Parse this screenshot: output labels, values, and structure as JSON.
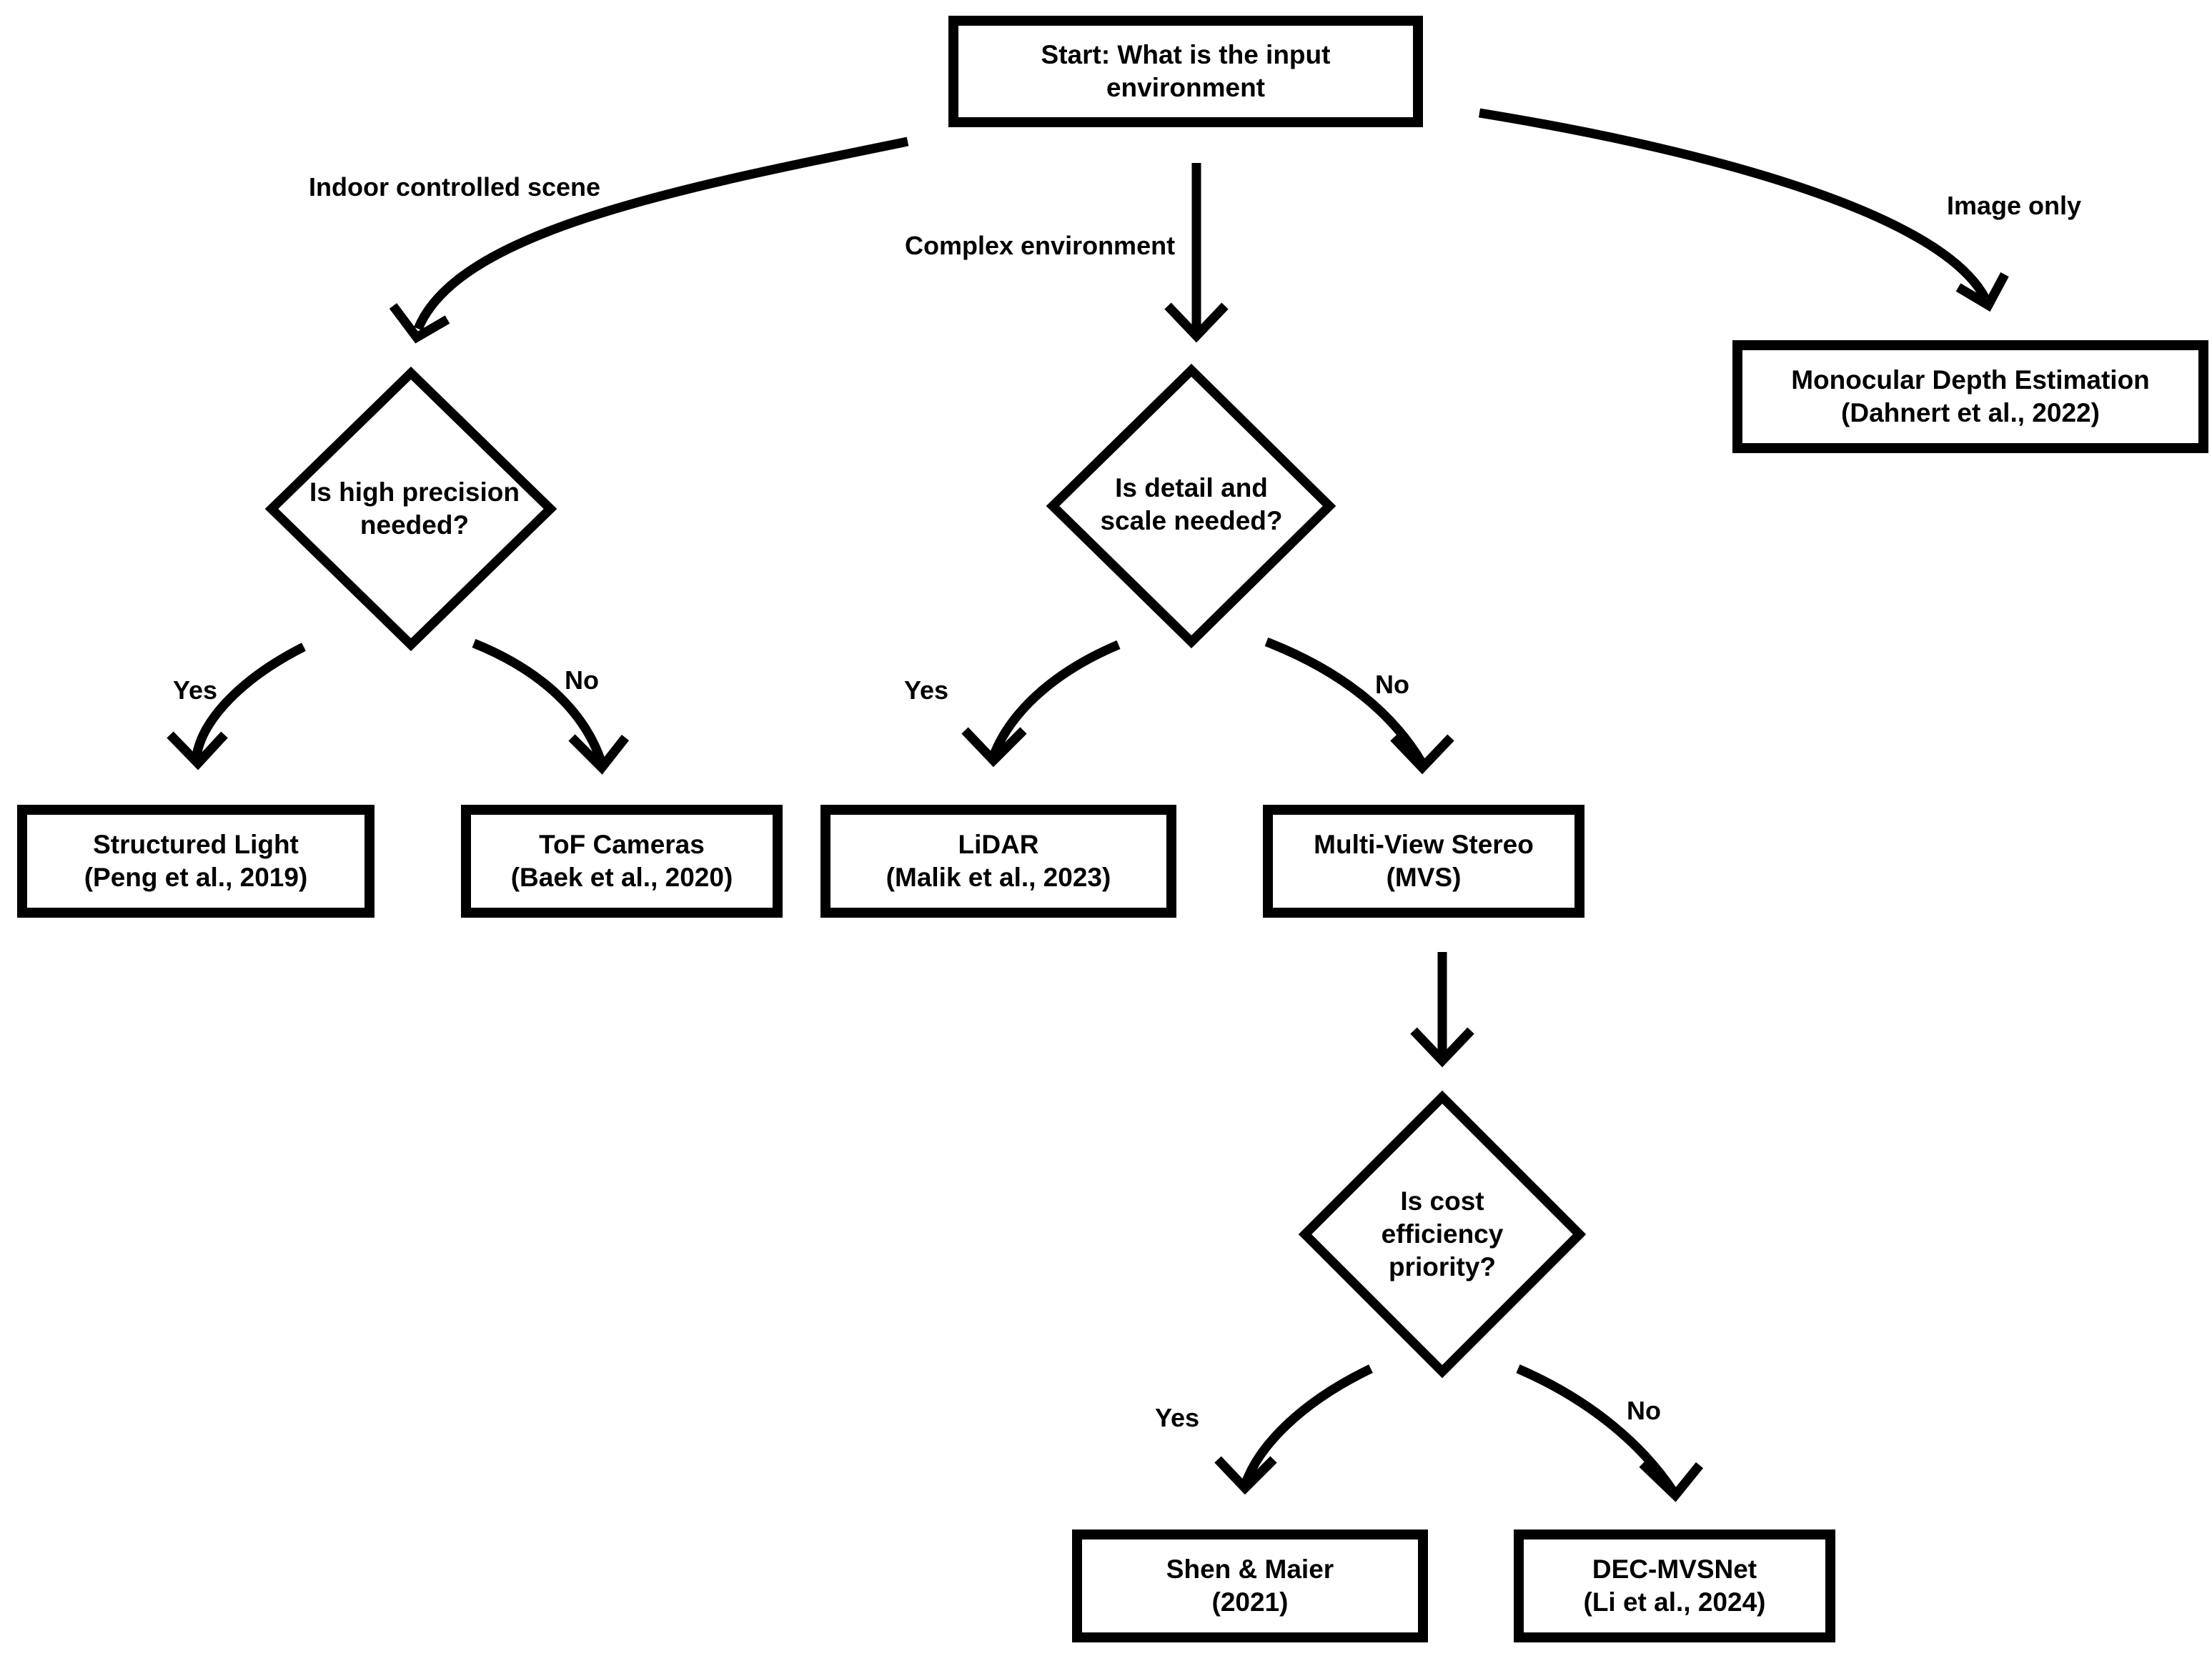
{
  "colors": {
    "stroke": "#000000",
    "background": "#ffffff"
  },
  "nodes": {
    "start": "Start: What is the input\nenvironment",
    "q_precision": "Is high precision\nneeded?",
    "q_detail": "Is detail and\nscale needed?",
    "q_cost": "Is cost\nefficiency\npriority?",
    "structured_light": "Structured Light\n(Peng et al., 2019)",
    "tof": "ToF Cameras\n(Baek et al., 2020)",
    "lidar": "LiDAR\n(Malik et al., 2023)",
    "mvs": "Multi-View Stereo\n(MVS)",
    "monocular": "Monocular Depth Estimation\n(Dahnert et al., 2022)",
    "shen": "Shen & Maier\n(2021)",
    "dec": "DEC-MVSNet\n(Li et al., 2024)"
  },
  "edges": {
    "indoor": "Indoor controlled scene",
    "complex": "Complex environment",
    "image_only": "Image only",
    "precision_yes": "Yes",
    "precision_no": "No",
    "detail_yes": "Yes",
    "detail_no": "No",
    "cost_yes": "Yes",
    "cost_no": "No"
  }
}
